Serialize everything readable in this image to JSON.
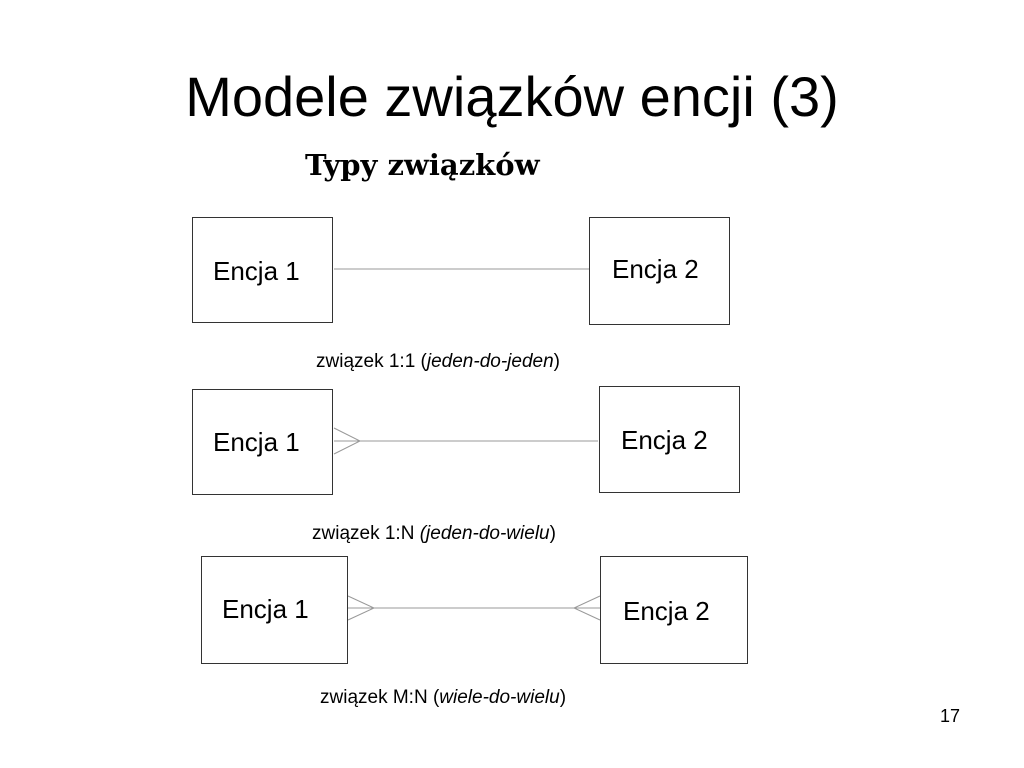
{
  "slide": {
    "title": "Modele związków encji (3)",
    "subtitle": "Typy związków",
    "page_number": "17"
  },
  "relationships": [
    {
      "type": "1:1",
      "entity_left": "Encja 1",
      "entity_right": "Encja 2",
      "left_end": "one",
      "right_end": "one",
      "caption_prefix": "związek 1:1 (",
      "caption_italic": "jeden-do-jeden",
      "caption_suffix": ")"
    },
    {
      "type": "1:N",
      "entity_left": "Encja 1",
      "entity_right": "Encja 2",
      "left_end": "many",
      "right_end": "one",
      "caption_prefix": "związek 1:N ",
      "caption_italic": "(jeden-do-wielu",
      "caption_suffix": ")"
    },
    {
      "type": "M:N",
      "entity_left": "Encja 1",
      "entity_right": "Encja 2",
      "left_end": "many",
      "right_end": "many",
      "caption_prefix": "związek M:N (",
      "caption_italic": "wiele-do-wielu",
      "caption_suffix": ")"
    }
  ],
  "colors": {
    "box_border": "#333333",
    "line": "#999999",
    "text": "#000000",
    "background": "#ffffff"
  }
}
